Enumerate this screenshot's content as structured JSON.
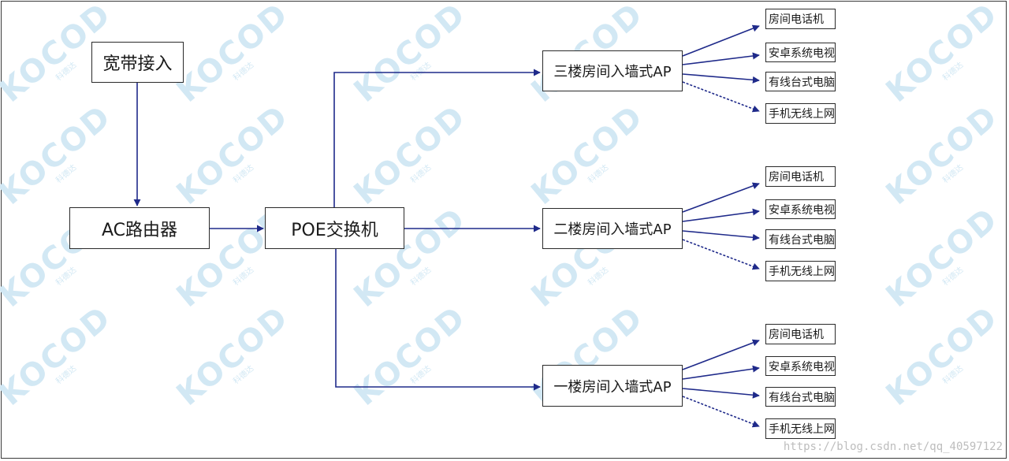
{
  "watermark": {
    "logo": "KOCOD",
    "subtitle": "科德达"
  },
  "nodes": {
    "broadband": "宽带接入",
    "router": "AC路由器",
    "switch": "POE交换机",
    "ap_floor3": "三楼房间入墙式AP",
    "ap_floor2": "二楼房间入墙式AP",
    "ap_floor1": "一楼房间入墙式AP"
  },
  "devices": [
    "房间电话机",
    "安卓系统电视",
    "有线台式电脑",
    "手机无线上网"
  ],
  "url_watermark": "https://blog.csdn.net/qq_40597122",
  "colors": {
    "connector": "#1f2a8a",
    "border": "#2a2a2a",
    "watermark": "#d2e8f4"
  }
}
